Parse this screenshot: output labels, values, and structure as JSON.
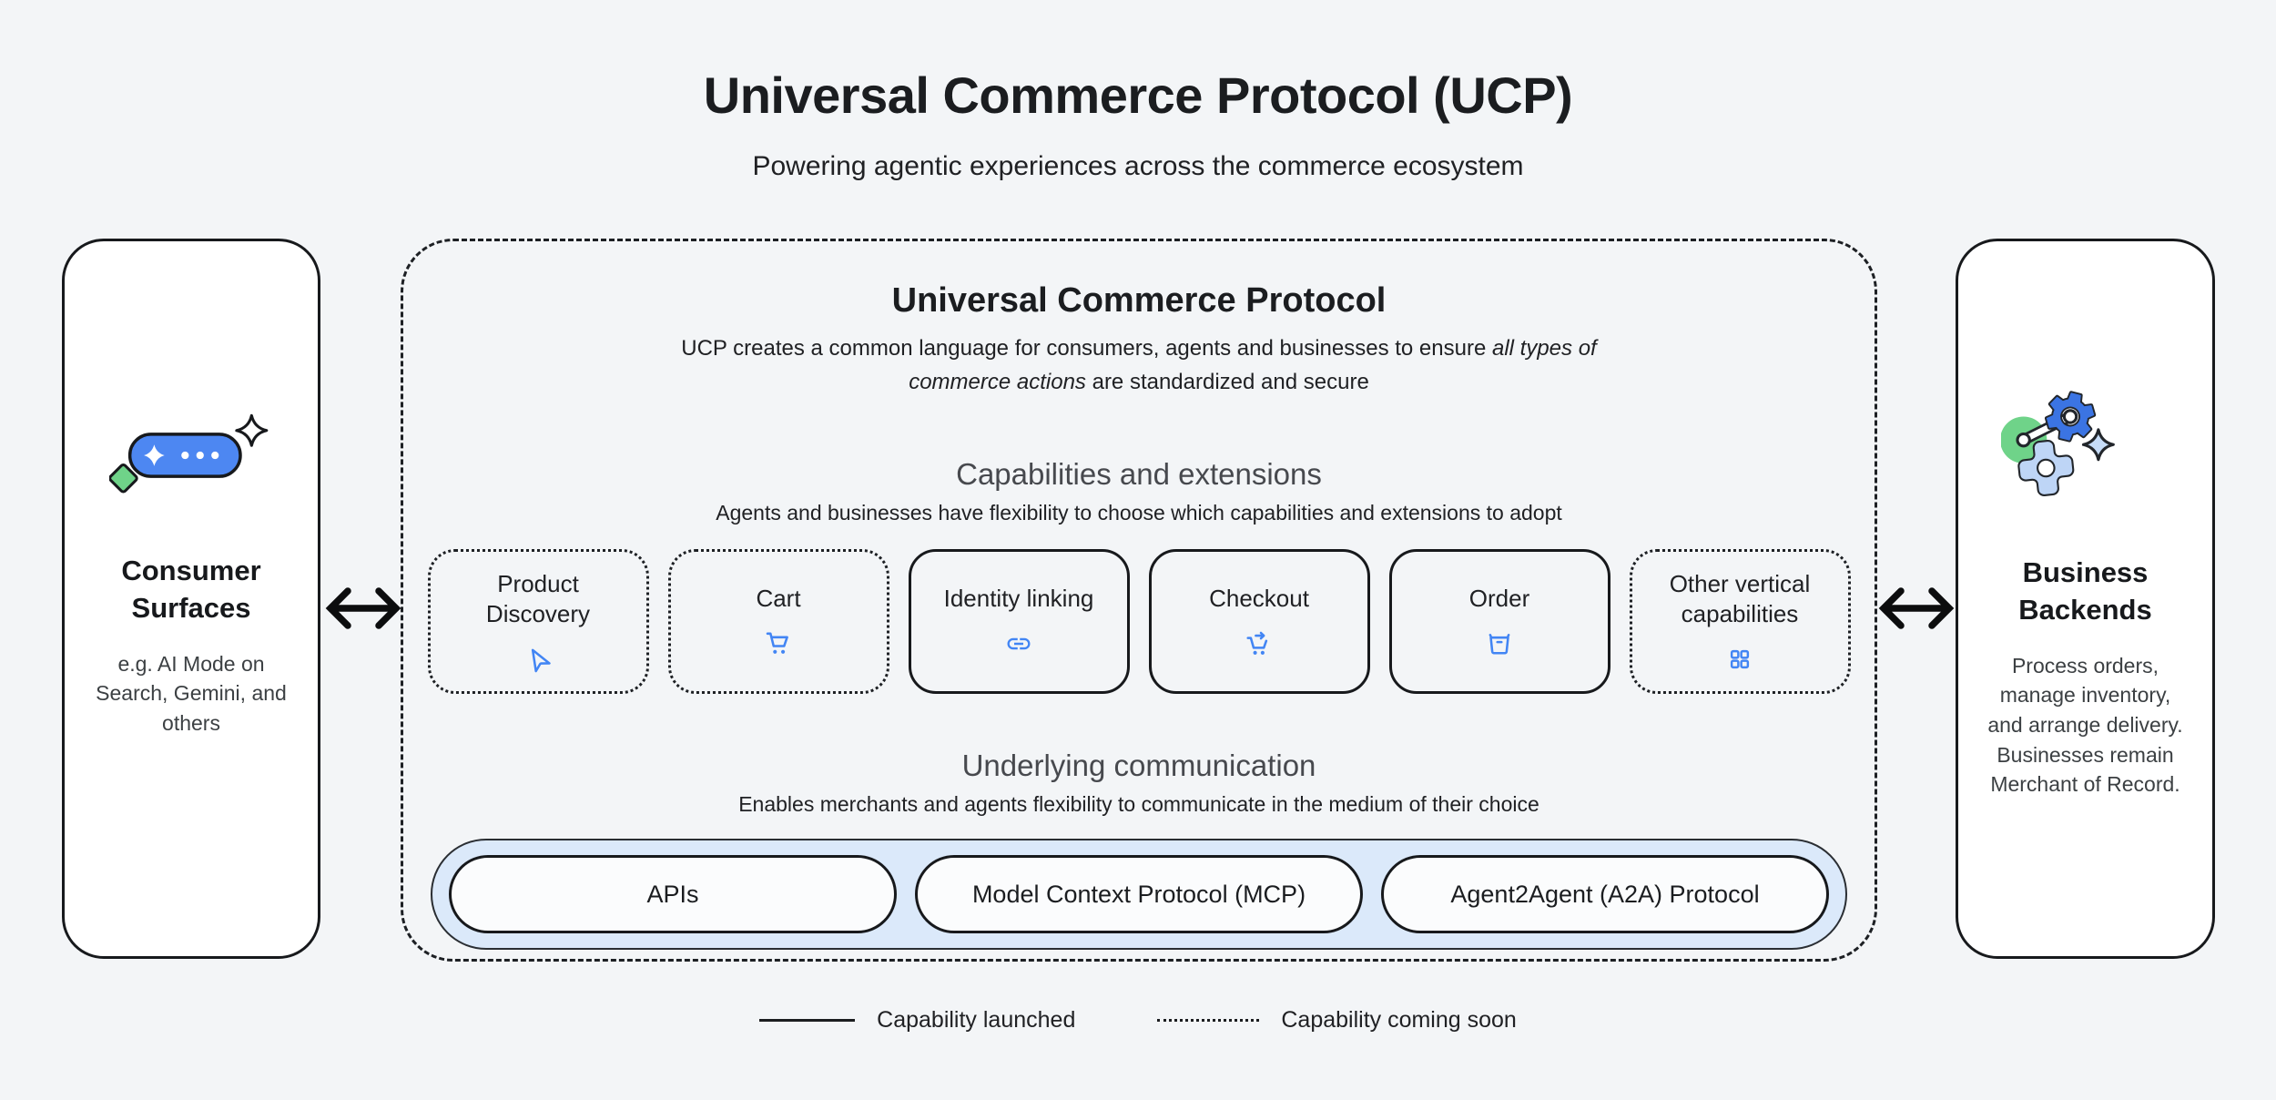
{
  "page": {
    "title": "Universal Commerce Protocol (UCP)",
    "subtitle": "Powering agentic experiences across the commerce ecosystem"
  },
  "consumer_surfaces": {
    "title": "Consumer Surfaces",
    "description": "e.g. AI Mode on Search, Gemini, and others",
    "icon": "ai-chat-pill-icon"
  },
  "business_backends": {
    "title": "Business Backends",
    "description": "Process orders, manage inventory, and arrange delivery. Businesses remain Merchant of Record.",
    "icon": "gears-icon"
  },
  "ucp_box": {
    "title": "Universal Commerce Protocol",
    "description": {
      "prefix": "UCP creates a common language for consumers, agents and businesses to ensure ",
      "italic_line1": "all types of",
      "italic_line2": "commerce actions",
      "suffix": " are standardized and secure"
    },
    "capabilities": {
      "heading": "Capabilities and extensions",
      "subheading": "Agents and businesses have flexibility to choose which capabilities and extensions to adopt",
      "cards": [
        {
          "label": "Product Discovery",
          "icon": "send-icon",
          "status": "coming-soon"
        },
        {
          "label": "Cart",
          "icon": "cart-icon",
          "status": "coming-soon"
        },
        {
          "label": "Identity linking",
          "icon": "link-icon",
          "status": "launched"
        },
        {
          "label": "Checkout",
          "icon": "cart-checkout-icon",
          "status": "launched"
        },
        {
          "label": "Order",
          "icon": "order-box-icon",
          "status": "launched"
        },
        {
          "label": "Other vertical capabilities",
          "icon": "grid-icon",
          "status": "coming-soon"
        }
      ]
    },
    "communication": {
      "heading": "Underlying communication",
      "subheading": "Enables merchants and agents flexibility to communicate in the medium of their choice",
      "protocols": [
        {
          "label": "APIs"
        },
        {
          "label": "Model Context Protocol (MCP)"
        },
        {
          "label": "Agent2Agent (A2A) Protocol"
        }
      ]
    }
  },
  "legend": {
    "launched": "Capability launched",
    "coming_soon": "Capability coming soon"
  },
  "colors": {
    "background": "#F3F5F7",
    "accent_blue": "#4285F4",
    "pill_blue": "#4D87F2",
    "protocol_bar_blue": "#DBE9FA",
    "green": "#6FD389",
    "outline_black": "#17191C",
    "heading_gray": "#47494E"
  }
}
